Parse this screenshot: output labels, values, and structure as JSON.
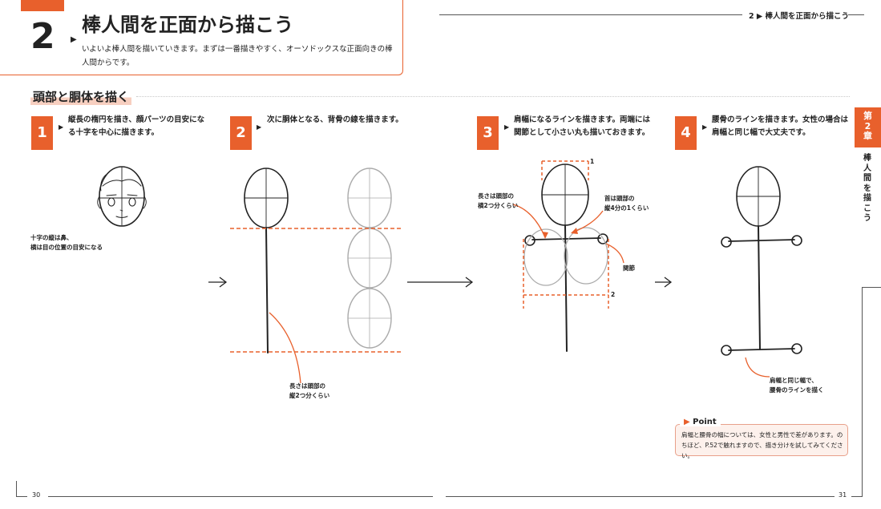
{
  "header": {
    "chapter_number": "2",
    "title": "棒人間を正面から描こう",
    "lead": "いよいよ棒人間を描いていきます。まずは一番描きやすく、オーソドックスな正面向きの棒人間からです。",
    "running_head": "2 ▶ 棒人間を正面から描こう"
  },
  "section": {
    "title": "頭部と胴体を描く"
  },
  "side_tab": {
    "chapter": "第\n2\n章",
    "title": "棒人間を描こう"
  },
  "steps": [
    {
      "number": "1",
      "text": "縦長の楕円を描き、顔パーツの目安になる十字を中心に描きます。"
    },
    {
      "number": "2",
      "text": "次に胴体となる、背骨の線を描きます。"
    },
    {
      "number": "3",
      "text": "肩幅になるラインを描きます。両端には関節として小さい丸も描いておきます。"
    },
    {
      "number": "4",
      "text": "腰骨のラインを描きます。女性の場合は肩幅と同じ幅で大丈夫です。"
    }
  ],
  "notes": {
    "step1": "十字の縦は鼻、\n横は目の位置の目安になる",
    "step2": "長さは頭部の\n縦2つ分くらい",
    "step3_length": "長さは頭部の\n横2つ分くらい",
    "step3_neck": "首は頭部の\n縦4分の1くらい",
    "step3_joint": "関節",
    "step3_dim1": "1",
    "step3_dim2": "2",
    "step4": "肩幅と同じ幅で、\n腰骨のラインを描く"
  },
  "point": {
    "label": "Point",
    "text": "肩幅と腰骨の幅については、女性と男性で差があります。のちほど、P.52で触れますので、描き分けを試してみてください。"
  },
  "arrows": {
    "next": "→"
  },
  "footer": {
    "left_page": "30",
    "right_page": "31"
  },
  "colors": {
    "accent": "#e8602c",
    "point_bg": "#fdf1ec",
    "highlight": "#f7cfc0"
  }
}
